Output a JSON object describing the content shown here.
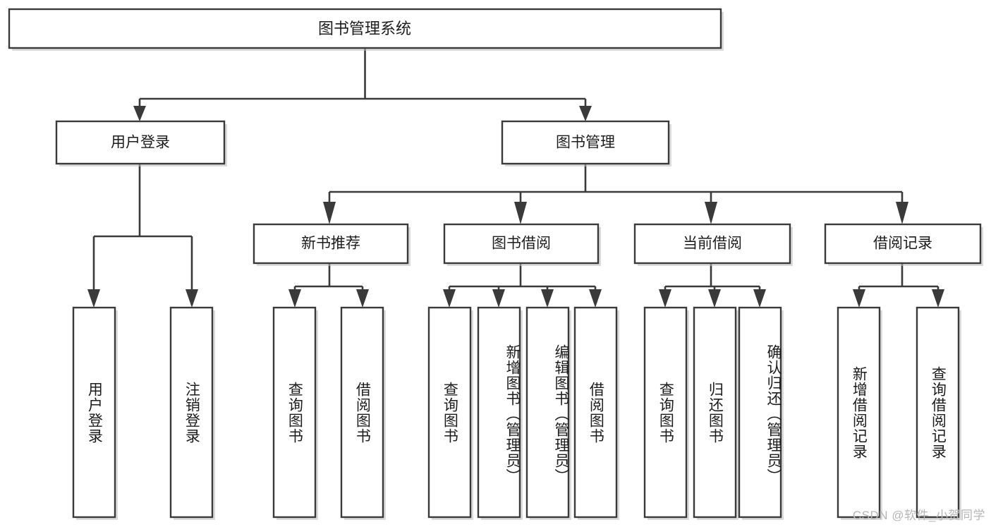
{
  "diagram": {
    "type": "tree",
    "title_node": {
      "label": "图书管理系统"
    },
    "level2": [
      {
        "label": "用户登录"
      },
      {
        "label": "图书管理"
      }
    ],
    "level3": [
      {
        "label": "新书推荐"
      },
      {
        "label": "图书借阅"
      },
      {
        "label": "当前借阅"
      },
      {
        "label": "借阅记录"
      }
    ],
    "leaves": {
      "user_login": [
        {
          "label": "用户登录"
        },
        {
          "label": "注销登录"
        }
      ],
      "new_book_recommend": [
        {
          "label": "查询图书"
        },
        {
          "label": "借阅图书"
        }
      ],
      "book_borrow": [
        {
          "label": "查询图书"
        },
        {
          "label": "新增图书（管理员）"
        },
        {
          "label": "编辑图书（管理员）"
        },
        {
          "label": "借阅图书"
        }
      ],
      "current_borrow": [
        {
          "label": "查询图书"
        },
        {
          "label": "归还图书"
        },
        {
          "label": "确认归还（管理员）"
        }
      ],
      "borrow_record": [
        {
          "label": "新增借阅记录"
        },
        {
          "label": "查询借阅记录"
        }
      ]
    }
  },
  "watermark": {
    "text": "CSDN @软件_小贺同学"
  },
  "colors": {
    "box_stroke": "#3a3a3a",
    "box_fill": "#ffffff",
    "text": "#1c1c1c",
    "connector": "#3a3a3a",
    "watermark": "#b6b6b6",
    "background": "#ffffff"
  }
}
